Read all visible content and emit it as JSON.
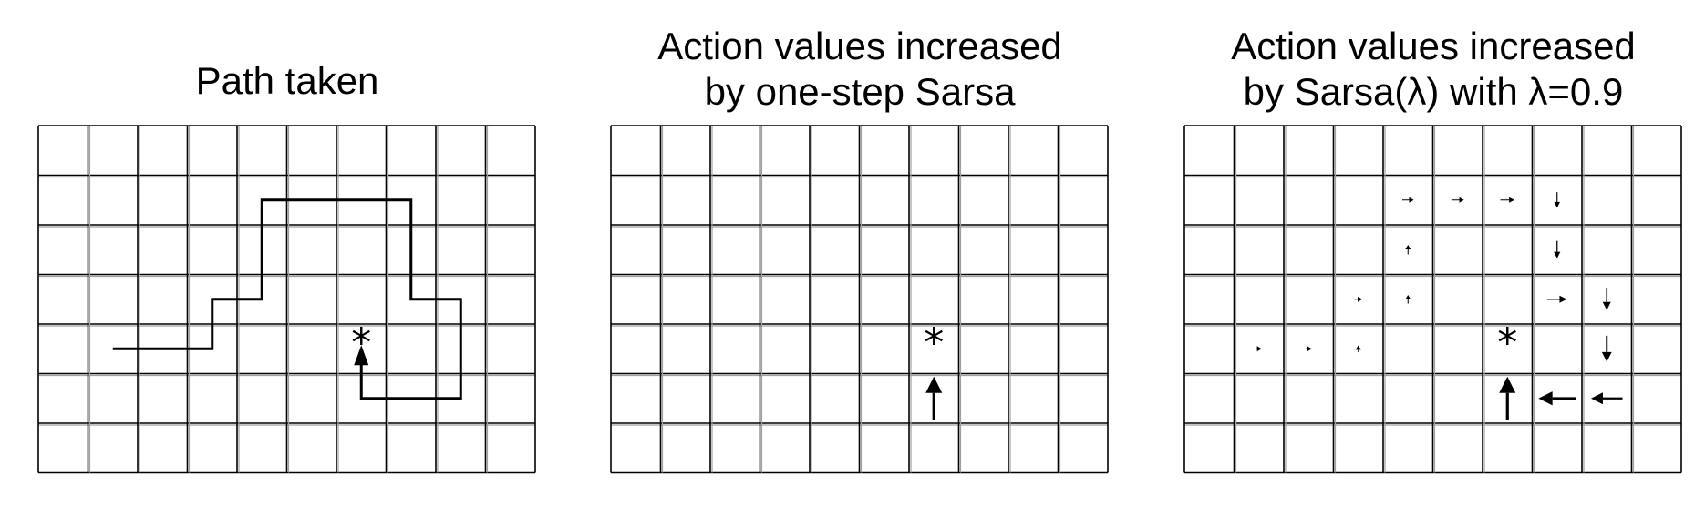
{
  "panels": [
    {
      "title_lines": [
        "Path taken"
      ]
    },
    {
      "title_lines": [
        "Action values increased",
        "by one-step Sarsa"
      ]
    },
    {
      "title_lines": [
        "Action values increased",
        "by Sarsa(λ) with λ=0.9"
      ]
    }
  ],
  "grid": {
    "cols": 10,
    "rows": 7
  },
  "goal_symbol": "*",
  "goal_cell": [
    6,
    4
  ],
  "path": [
    [
      1.5,
      4.5
    ],
    [
      3.5,
      4.5
    ],
    [
      3.5,
      3.5
    ],
    [
      4.5,
      3.5
    ],
    [
      4.5,
      1.5
    ],
    [
      7.5,
      1.5
    ],
    [
      7.5,
      3.5
    ],
    [
      8.5,
      3.5
    ],
    [
      8.5,
      5.5
    ],
    [
      6.5,
      5.5
    ],
    [
      6.5,
      4.5
    ]
  ],
  "one_step_arrows": [
    {
      "cell": [
        6,
        5
      ],
      "dir": "up",
      "magnitude": 1.0
    }
  ],
  "lambda_arrows": [
    {
      "cell": [
        1,
        4
      ],
      "dir": "right",
      "magnitude": 0.12
    },
    {
      "cell": [
        2,
        4
      ],
      "dir": "right",
      "magnitude": 0.14
    },
    {
      "cell": [
        3,
        4
      ],
      "dir": "up",
      "magnitude": 0.16
    },
    {
      "cell": [
        3,
        3
      ],
      "dir": "right",
      "magnitude": 0.18
    },
    {
      "cell": [
        4,
        3
      ],
      "dir": "up",
      "magnitude": 0.2
    },
    {
      "cell": [
        4,
        2
      ],
      "dir": "up",
      "magnitude": 0.22
    },
    {
      "cell": [
        4,
        1
      ],
      "dir": "right",
      "magnitude": 0.26
    },
    {
      "cell": [
        5,
        1
      ],
      "dir": "right",
      "magnitude": 0.29
    },
    {
      "cell": [
        6,
        1
      ],
      "dir": "right",
      "magnitude": 0.32
    },
    {
      "cell": [
        7,
        1
      ],
      "dir": "down",
      "magnitude": 0.36
    },
    {
      "cell": [
        7,
        2
      ],
      "dir": "down",
      "magnitude": 0.4
    },
    {
      "cell": [
        7,
        3
      ],
      "dir": "right",
      "magnitude": 0.45
    },
    {
      "cell": [
        8,
        3
      ],
      "dir": "down",
      "magnitude": 0.5
    },
    {
      "cell": [
        8,
        4
      ],
      "dir": "down",
      "magnitude": 0.6
    },
    {
      "cell": [
        8,
        5
      ],
      "dir": "left",
      "magnitude": 0.72
    },
    {
      "cell": [
        7,
        5
      ],
      "dir": "left",
      "magnitude": 0.85
    },
    {
      "cell": [
        6,
        5
      ],
      "dir": "up",
      "magnitude": 1.0
    }
  ],
  "colors": {
    "grid_line": "#000000",
    "grid_alt_line": "#a0a0a0",
    "ink": "#000000"
  }
}
